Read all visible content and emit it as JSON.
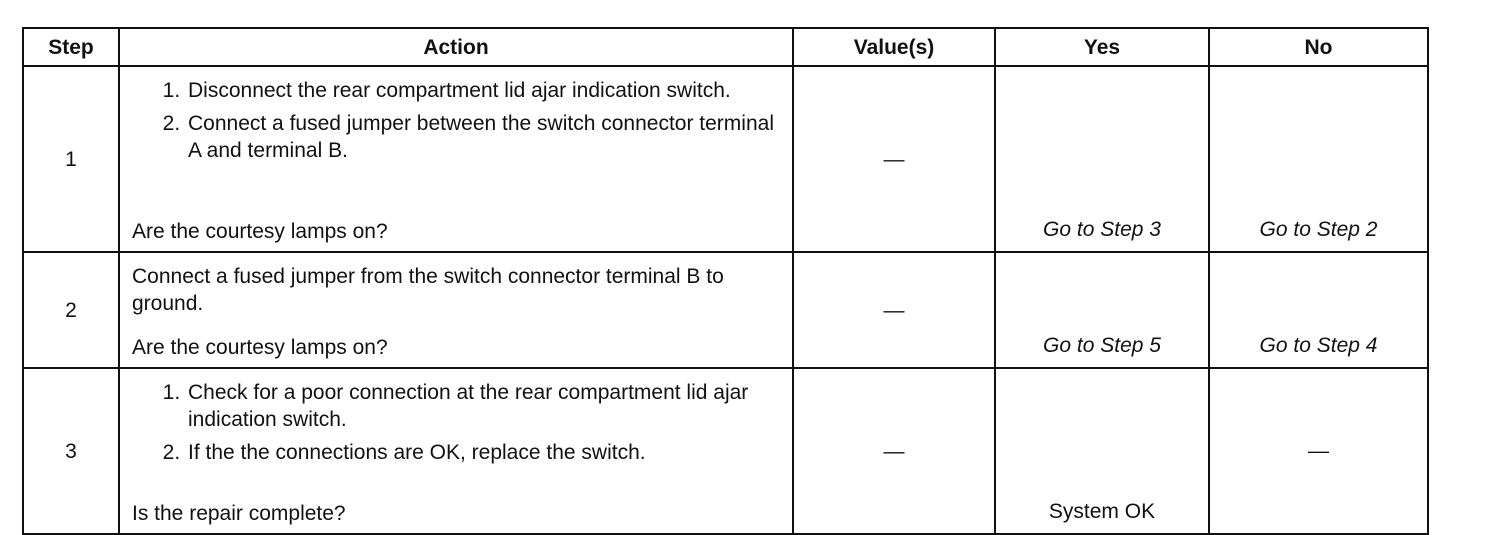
{
  "headers": {
    "step": "Step",
    "action": "Action",
    "values": "Value(s)",
    "yes": "Yes",
    "no": "No"
  },
  "rows": [
    {
      "step": "1",
      "actions": [
        "Disconnect the rear compartment lid ajar indication switch.",
        "Connect a fused jumper between the switch connector terminal A and terminal B."
      ],
      "question": "Are the courtesy lamps on?",
      "value": "—",
      "yes": "Go to Step 3",
      "no": "Go to Step 2"
    },
    {
      "step": "2",
      "action_text": "Connect a fused jumper from the switch connector terminal B to ground.",
      "question": "Are the courtesy lamps on?",
      "value": "—",
      "yes": "Go to Step 5",
      "no": "Go to Step 4"
    },
    {
      "step": "3",
      "actions": [
        "Check for a poor connection at the rear compartment lid ajar indication switch.",
        "If the the connections are OK, replace the switch."
      ],
      "question": "Is the repair complete?",
      "value": "—",
      "yes": "System OK",
      "no": "—"
    }
  ]
}
